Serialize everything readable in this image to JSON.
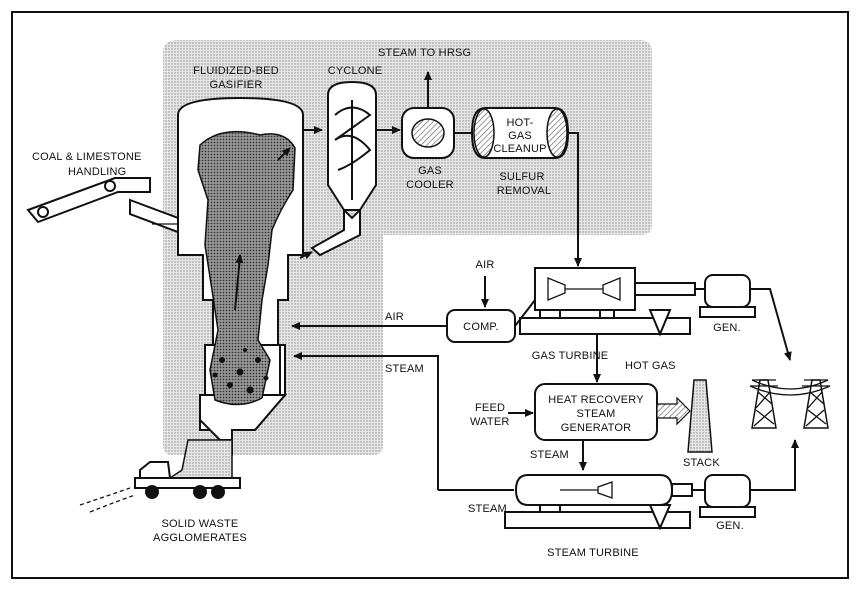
{
  "labels": {
    "coal_handling_1": "COAL & LIMESTONE",
    "coal_handling_2": "HANDLING",
    "gasifier_1": "FLUIDIZED-BED",
    "gasifier_2": "GASIFIER",
    "cyclone": "CYCLONE",
    "steam_to_hrsg": "STEAM TO HRSG",
    "gas_cooler_1": "GAS",
    "gas_cooler_2": "COOLER",
    "hot_gas_cleanup_1": "HOT-",
    "hot_gas_cleanup_2": "GAS",
    "hot_gas_cleanup_3": "CLEANUP",
    "sulfur_removal_1": "SULFUR",
    "sulfur_removal_2": "REMOVAL",
    "air_top": "AIR",
    "air_mid": "AIR",
    "comp": "COMP.",
    "gen_top": "GEN.",
    "gen_bottom": "GEN.",
    "gas_turbine": "GAS TURBINE",
    "hot_gas": "HOT GAS",
    "steam_left": "STEAM",
    "feed_water_1": "FEED",
    "feed_water_2": "WATER",
    "hrsg_1": "HEAT RECOVERY",
    "hrsg_2": "STEAM",
    "hrsg_3": "GENERATOR",
    "steam_mid": "STEAM",
    "stack": "STACK",
    "steam_bottom": "STEAM",
    "steam_turbine": "STEAM TURBINE",
    "solid_waste_1": "SOLID WASTE",
    "solid_waste_2": "AGGLOMERATES"
  },
  "colors": {
    "line": "#111111",
    "shade": "#cfcfcf",
    "background": "#ffffff"
  }
}
